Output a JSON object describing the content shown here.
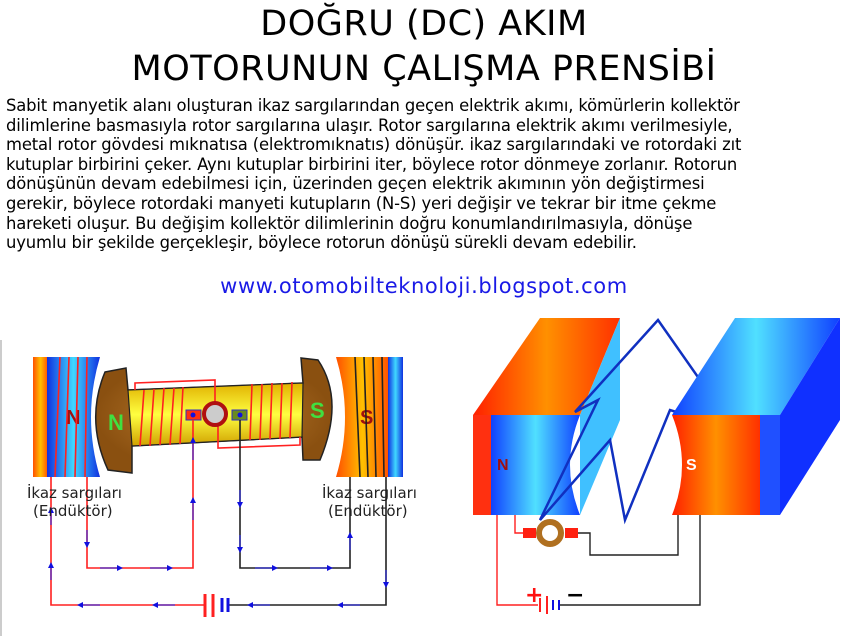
{
  "title": {
    "line1": "DOĞRU (DC) AKIM",
    "line2": "MOTORUNUN ÇALIŞMA PRENSİBİ"
  },
  "paragraph": [
    "Sabit manyetik alanı oluşturan ikaz sargılarından geçen elektrik akımı, kömürlerin kollektör",
    "dilimlerine basmasıyla rotor sargılarına ulaşır. Rotor sargılarına elektrik akımı verilmesiyle,",
    "metal rotor gövdesi mıknatısa (elektromıknatıs) dönüşür. ikaz sargılarındaki ve rotordaki zıt",
    "kutuplar birbirini çeker. Aynı kutuplar birbirini iter, böylece rotor dönmeye zorlanır. Rotorun",
    "dönüşünün devam edebilmesi için, üzerinden geçen elektrik akımının yön değiştirmesi",
    "gerekir, böylece rotordaki manyeti kutupların (N-S) yeri değişir ve tekrar bir itme çekme",
    "hareketi oluşur. Bu değişim kollektör dilimlerinin doğru konumlandırılmasıyla, dönüşe",
    "uyumlu bir şekilde gerçekleşir, böylece rotorun dönüşü sürekli devam edebilir."
  ],
  "url": "www.otomobilteknoloji.blogspot.com",
  "left_diagram": {
    "stator_left_pole": "N",
    "rotor_left_pole": "N",
    "rotor_right_pole": "S",
    "stator_right_pole": "S",
    "label_left": {
      "line1": "İkaz sargıları",
      "line2": "(Endüktör)"
    },
    "label_right": {
      "line1": "İkaz sargıları",
      "line2": "(Endüktör)"
    }
  },
  "right_diagram": {
    "magnet_left_pole": "N",
    "magnet_right_pole": "S",
    "battery_plus": "+",
    "battery_minus": "−"
  },
  "colors": {
    "wire_positive": "#ff2020",
    "wire_negative": "#222222",
    "arrow": "#1010e0",
    "url": "#1a1ae6"
  }
}
